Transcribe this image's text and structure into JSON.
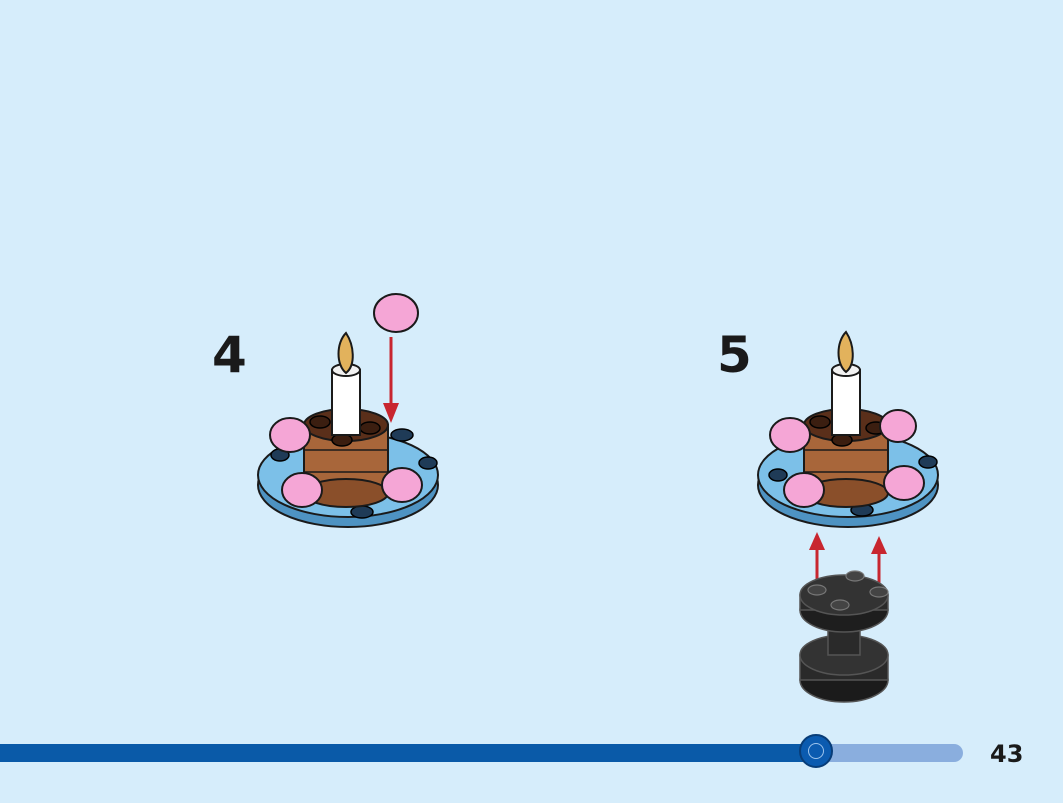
{
  "steps": [
    {
      "number": "4"
    },
    {
      "number": "5"
    }
  ],
  "progress": {
    "fraction": 0.83
  },
  "page_number": "43",
  "colors": {
    "background": "#d6edfb",
    "progress_fill": "#0a5aa8",
    "progress_track": "#8aaede",
    "arrow": "#c8262f"
  }
}
